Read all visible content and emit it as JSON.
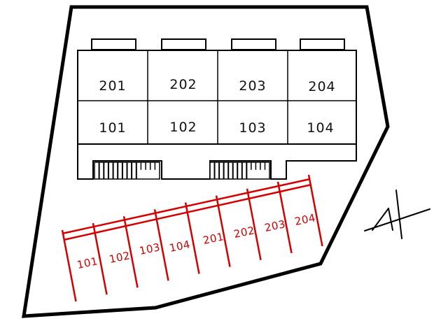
{
  "colors": {
    "outline": "#000000",
    "parking": "#d40000",
    "background": "#ffffff"
  },
  "building": {
    "upper_floor_units": [
      "201",
      "202",
      "203",
      "204"
    ],
    "lower_floor_units": [
      "101",
      "102",
      "103",
      "104"
    ]
  },
  "parking": {
    "spaces": [
      "101",
      "102",
      "103",
      "104",
      "201",
      "202",
      "203",
      "204"
    ]
  },
  "icons": {
    "compass": "north-arrow-icon",
    "stairs": "stairs-icon"
  }
}
